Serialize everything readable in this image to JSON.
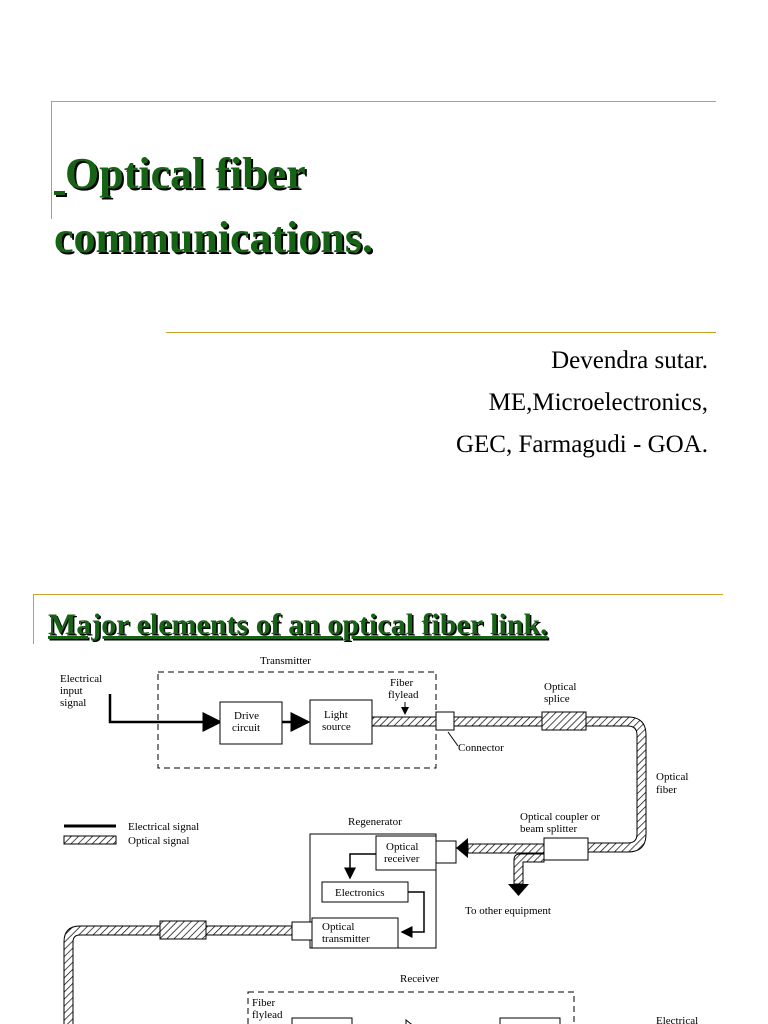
{
  "slide1": {
    "title_line1": "Optical fiber",
    "title_line2": "communications.",
    "author_lines": [
      "Devendra sutar.",
      "ME,Microelectronics,",
      "GEC, Farmagudi - GOA."
    ]
  },
  "slide2": {
    "title": "Major elements of an optical fiber link.",
    "diagram": {
      "transmitter": "Transmitter",
      "electrical_input": [
        "Electrical",
        "input",
        "signal"
      ],
      "drive_circuit": [
        "Drive",
        "circuit"
      ],
      "light_source": [
        "Light",
        "source"
      ],
      "fiber_flylead": [
        "Fiber",
        "flylead"
      ],
      "connector": "Connector",
      "optical_splice": [
        "Optical",
        "splice"
      ],
      "optical_fiber": [
        "Optical",
        "fiber"
      ],
      "legend_electrical": "Electrical signal",
      "legend_optical": "Optical signal",
      "regenerator": "Regenerator",
      "optical_receiver": [
        "Optical",
        "receiver"
      ],
      "electronics": "Electronics",
      "optical_transmitter": [
        "Optical",
        "transmitter"
      ],
      "coupler": [
        "Optical coupler or",
        "beam splitter"
      ],
      "to_other": "To other equipment",
      "receiver": "Receiver",
      "fiber_flylead_rx": [
        "Fiber",
        "flylead"
      ],
      "electrical_out": "Electrical"
    }
  }
}
